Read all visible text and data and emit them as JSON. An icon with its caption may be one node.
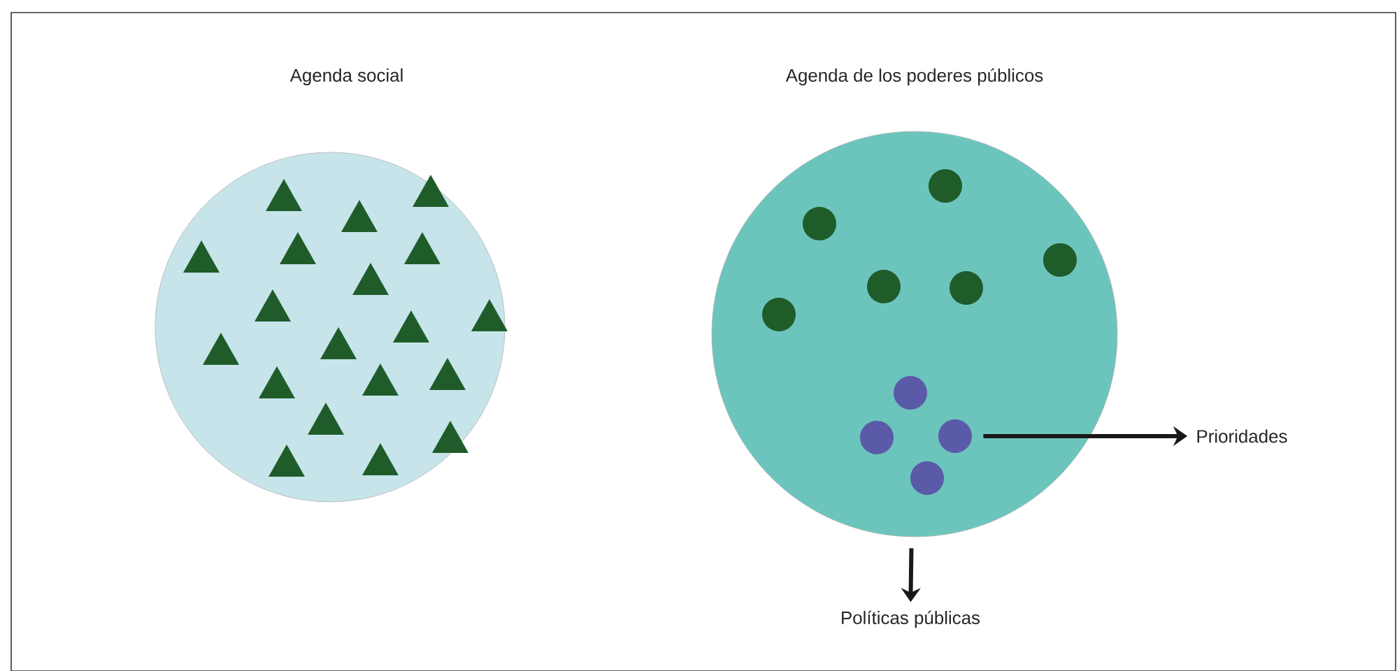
{
  "diagram": {
    "nodes": [
      {
        "text": [
          "Agenda social"
        ]
      },
      {
        "text": [
          "Agenda de los poderes públicos"
        ]
      },
      {
        "text": [],
        "shape": "circle",
        "in": 1
      },
      {
        "text": [],
        "shape": "circle",
        "in": 1
      },
      {
        "text": [],
        "shape": "circle",
        "in": 1
      },
      {
        "text": [],
        "shape": "circle",
        "in": 1
      },
      {
        "text": [
          "Prioridades"
        ]
      },
      {
        "text": [
          "Políticas públicas"
        ]
      }
    ],
    "edges": [
      {
        "from": 4,
        "to": 6,
        "arrow": "to"
      },
      {
        "from": 1,
        "to": 7,
        "arrow": "to"
      }
    ]
  }
}
